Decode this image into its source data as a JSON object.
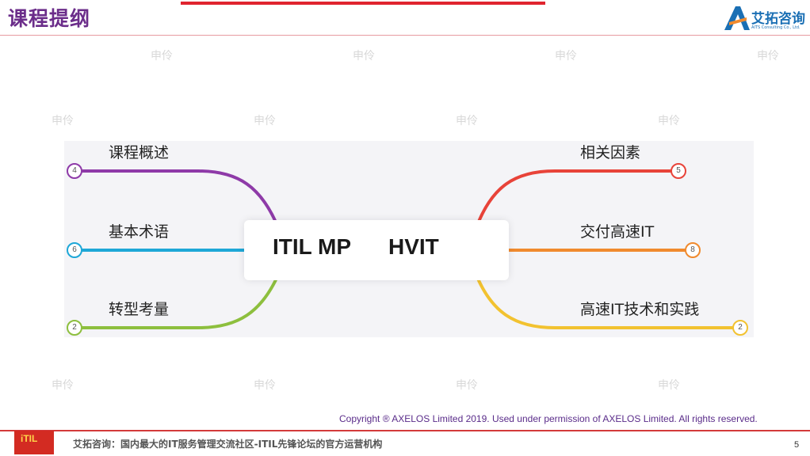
{
  "slide": {
    "title": "课程提纲",
    "logo_text": "艾拓咨询",
    "logo_sub": "AITS Consulting Co., Ltd.",
    "copyright": "Copyright ® AXELOS Limited 2019. Used under permission of AXELOS Limited. All rights reserved.",
    "footer_text": "艾拓咨询：国内最大的IT服务管理交流社区-ITIL先锋论坛的官方运营机构",
    "footer_logo_text": "iTIL",
    "page_number": "5",
    "watermark": "申伶"
  },
  "mindmap": {
    "center_left": "ITIL MP",
    "center_right": "HVIT",
    "left_branches": [
      {
        "label": "课程概述",
        "count": "4",
        "color": "#8e3aa8"
      },
      {
        "label": "基本术语",
        "count": "6",
        "color": "#1ea7d7"
      },
      {
        "label": "转型考量",
        "count": "2",
        "color": "#8dbf3e"
      }
    ],
    "right_branches": [
      {
        "label": "相关因素",
        "count": "5",
        "color": "#e84339"
      },
      {
        "label": "交付高速IT",
        "count": "8",
        "color": "#f08a2e"
      },
      {
        "label": "高速IT技术和实践",
        "count": "2",
        "color": "#f2c230"
      }
    ]
  }
}
